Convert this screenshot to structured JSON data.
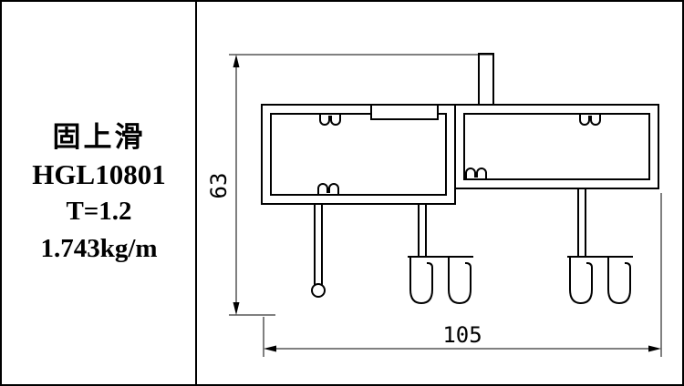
{
  "title_block": {
    "profile_name": "固上滑",
    "model_number": "HGL10801",
    "thickness": "T=1.2",
    "unit_weight": "1.743kg/m"
  },
  "dimensions": {
    "height": "63",
    "width": "105"
  },
  "colors": {
    "line": "#000000",
    "background": "#ffffff"
  }
}
